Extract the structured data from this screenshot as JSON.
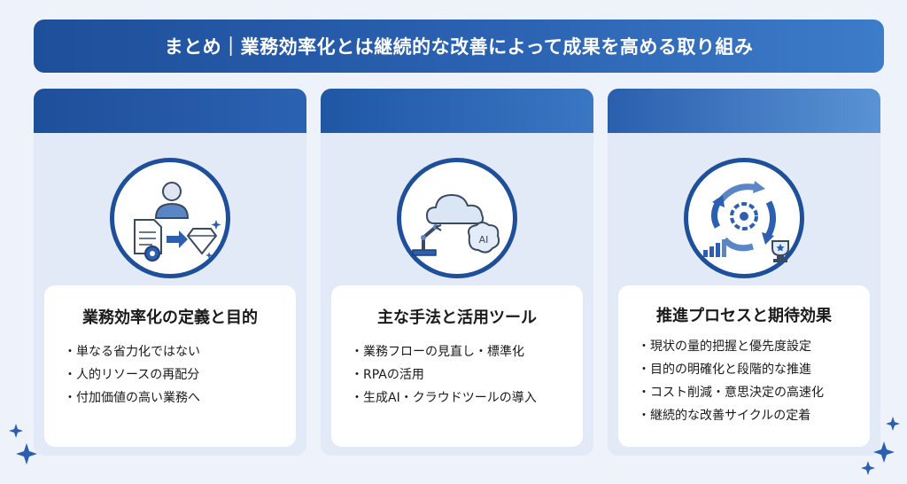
{
  "title": "まとめ｜業務効率化とは継続的な改善によって成果を高める取り組み",
  "cards": [
    {
      "heading": "業務効率化の定義と目的",
      "icon": "person-document-gear-gem-icon",
      "items": [
        "単なる省力化ではない",
        "人的リソースの再配分",
        "付加価値の高い業務へ"
      ]
    },
    {
      "heading": "主な手法と活用ツール",
      "icon": "cloud-robot-arm-ai-brain-icon",
      "items": [
        "業務フローの見直し・標準化",
        "RPAの活用",
        "生成AI・クラウドツールの導入"
      ],
      "ai_label": "AI"
    },
    {
      "heading": "推進プロセスと期待効果",
      "icon": "cycle-gear-chart-trophy-icon",
      "items": [
        "現状の量的把握と優先度設定",
        "目的の明確化と段階的な推進",
        "コスト削減・意思決定の高速化",
        "継続的な改善サイクルの定着"
      ]
    }
  ],
  "colors": {
    "primary": "#1e4f9a",
    "accent": "#3d7cc9",
    "background": "#eef2fa",
    "card": "#e3eaf7"
  }
}
